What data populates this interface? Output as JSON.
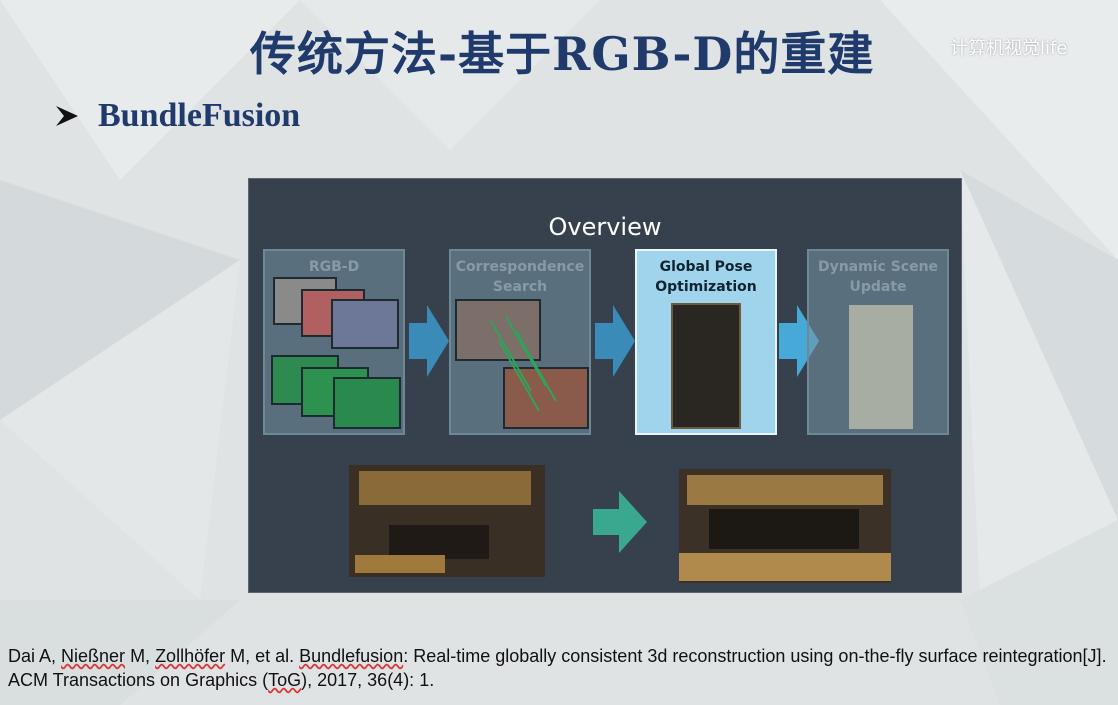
{
  "slide": {
    "title": "传统方法-基于RGB-D的重建",
    "watermark": "计算机视觉life",
    "bullet": "BundleFusion"
  },
  "figure": {
    "title": "Overview",
    "stages": [
      {
        "line1": "RGB-D",
        "line2": ""
      },
      {
        "line1": "Correspondence",
        "line2": "Search"
      },
      {
        "line1": "Global Pose",
        "line2": "Optimization"
      },
      {
        "line1": "Dynamic Scene",
        "line2": "Update"
      }
    ]
  },
  "citation": {
    "p1": "Dai A, ",
    "n1": "Nießner",
    "p2": " M, ",
    "n2": "Zollhöfer",
    "p3": " M, et al. ",
    "n3": "Bundlefusion",
    "p4": ": Real-time globally consistent 3d reconstruction using on-the-fly surface reintegration[J]. ACM Transactions on Graphics (",
    "n4": "ToG",
    "p5": "), 2017, 36(4): 1."
  }
}
